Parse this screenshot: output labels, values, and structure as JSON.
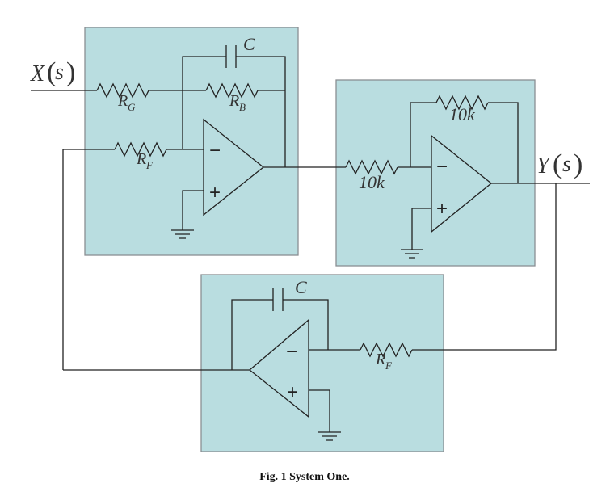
{
  "labels": {
    "input_x": "X",
    "input_var": "s",
    "output_y": "Y",
    "output_var": "s",
    "rg": "R",
    "rg_sub": "G",
    "rb": "R",
    "rb_sub": "B",
    "rf1": "R",
    "rf1_sub": "F",
    "rf2": "R",
    "rf2_sub": "F",
    "c1": "C",
    "c2": "C",
    "r10k_in": "10k",
    "r10k_fb": "10k"
  },
  "opamp_signs": {
    "minus": "−",
    "plus": "+"
  },
  "caption": "Fig. 1 System One."
}
